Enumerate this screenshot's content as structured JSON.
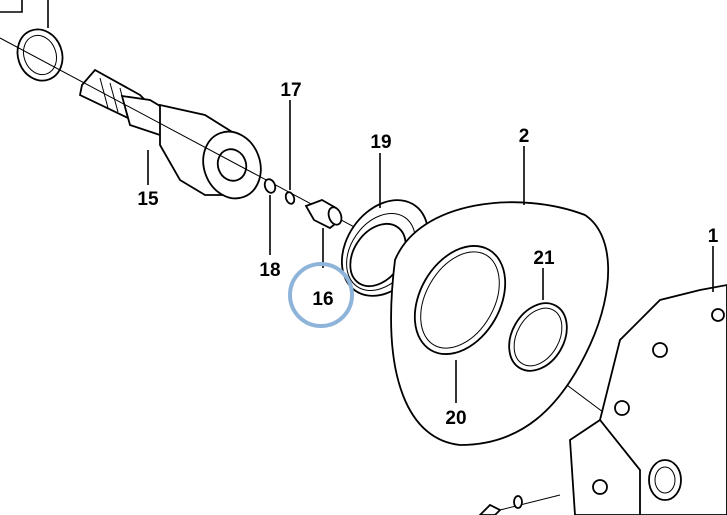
{
  "labels": {
    "p1": "1",
    "p2": "2",
    "p15": "15",
    "p16": "16",
    "p17": "17",
    "p18": "18",
    "p19": "19",
    "p20": "20",
    "p21": "21"
  },
  "highlight": {
    "target": "16",
    "color": "#8fb4da"
  }
}
